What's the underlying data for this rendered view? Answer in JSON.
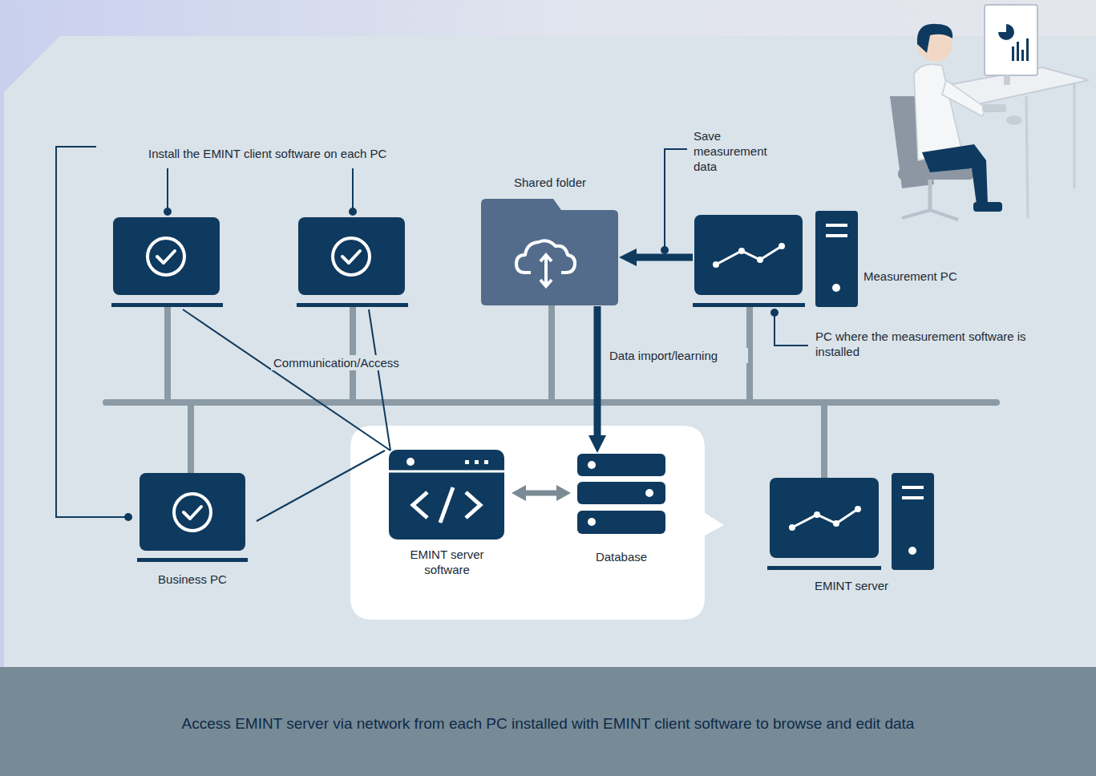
{
  "diagram": {
    "caption": "Access EMINT server via network from each PC installed with EMINT client software to browse and edit data",
    "nodes": [
      {
        "text": [
          "Business PC"
        ]
      },
      {
        "text": [
          "Shared folder"
        ]
      },
      {
        "text": [
          "Measurement PC"
        ]
      },
      {
        "text": [
          "EMINT server software"
        ]
      },
      {
        "text": [
          "Database"
        ]
      },
      {
        "text": [
          "EMINT server"
        ]
      }
    ],
    "edges": [
      {
        "from": 2,
        "to": 1,
        "arrow": "to",
        "label": "Save measurement data"
      },
      {
        "from": 1,
        "to": 4,
        "arrow": "to",
        "label": "Data import/learning"
      },
      {
        "from": 3,
        "to": 4,
        "arrow": "both"
      },
      {
        "from": 0,
        "to": 3,
        "arrow": "none"
      }
    ],
    "labels": [
      "Install the EMINT client software on each PC",
      "Communication/Access",
      "PC where the measurement software is installed"
    ]
  }
}
